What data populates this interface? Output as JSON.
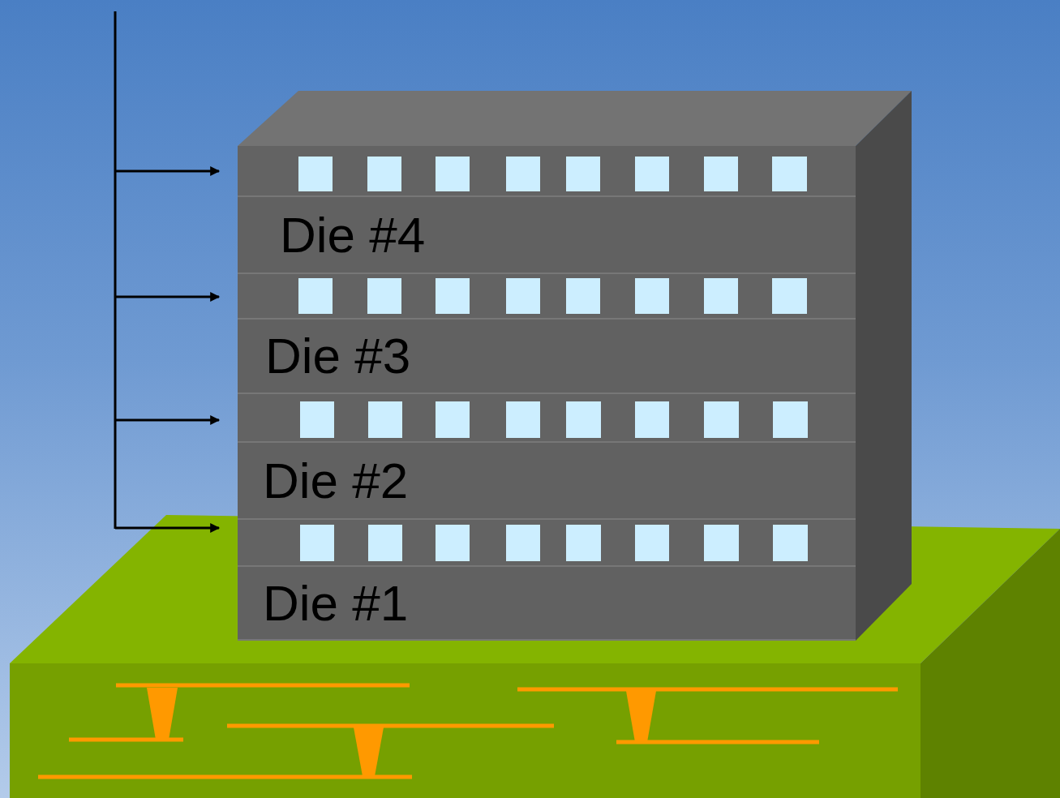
{
  "diagram": {
    "nodes": [
      {
        "text": [
          "Die #4"
        ]
      },
      {
        "text": [
          "Die #3"
        ]
      },
      {
        "text": [
          "Die #2"
        ]
      },
      {
        "text": [
          "Die #1"
        ]
      }
    ]
  }
}
